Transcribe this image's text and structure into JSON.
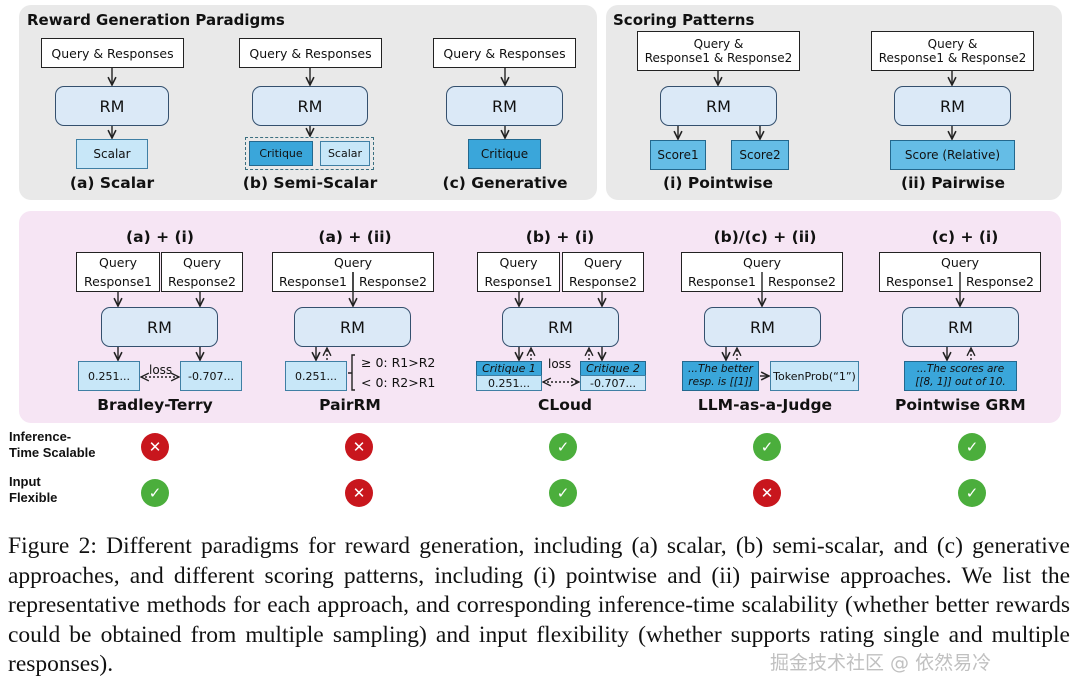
{
  "top_left": {
    "title": "Reward Generation Paradigms",
    "paradigms": [
      {
        "input": "Query & Responses",
        "model": "RM",
        "outputs": [
          "Scalar"
        ],
        "label": "(a) Scalar"
      },
      {
        "input": "Query & Responses",
        "model": "RM",
        "outputs": [
          "Critique",
          "Scalar"
        ],
        "label": "(b) Semi-Scalar"
      },
      {
        "input": "Query & Responses",
        "model": "RM",
        "outputs": [
          "Critique"
        ],
        "label": "(c) Generative"
      }
    ]
  },
  "top_right": {
    "title": "Scoring Patterns",
    "patterns": [
      {
        "input_line1": "Query &",
        "input_line2": "Response1 & Response2",
        "model": "RM",
        "outputs": [
          "Score1",
          "Score2"
        ],
        "label": "(i) Pointwise"
      },
      {
        "input_line1": "Query &",
        "input_line2": "Response1 & Response2",
        "model": "RM",
        "outputs": [
          "Score (Relative)"
        ],
        "label": "(ii) Pairwise"
      }
    ]
  },
  "methods": [
    {
      "combo": "(a) + (i)",
      "name": "Bradley-Terry",
      "query": "Query",
      "response1": "Response1",
      "response2": "Response2",
      "model": "RM",
      "out1": "0.251...",
      "out2": "-0.707...",
      "loss": "loss"
    },
    {
      "combo": "(a) + (ii)",
      "name": "PairRM",
      "query": "Query",
      "response1": "Response1",
      "response2": "Response2",
      "model": "RM",
      "out1": "0.251...",
      "rule1": "≥ 0: R1>R2",
      "rule2": "< 0: R2>R1"
    },
    {
      "combo": "(b) + (i)",
      "name": "CLoud",
      "query": "Query",
      "response1": "Response1",
      "response2": "Response2",
      "model": "RM",
      "critique1": "Critique 1",
      "critique2": "Critique 2",
      "out1": "0.251...",
      "out2": "-0.707...",
      "loss": "loss"
    },
    {
      "combo": "(b)/(c) + (ii)",
      "name": "LLM-as-a-Judge",
      "query": "Query",
      "response1": "Response1",
      "response2": "Response2",
      "model": "RM",
      "judge_line1": "...The better",
      "judge_line2": "resp. is [[1]]",
      "token_prob": "TokenProb(“1”)"
    },
    {
      "combo": "(c) + (i)",
      "name": "Pointwise GRM",
      "query": "Query",
      "response1": "Response1",
      "response2": "Response2",
      "model": "RM",
      "grm_line1": "...The scores are",
      "grm_line2": "[[8, 1]] out of 10."
    }
  ],
  "properties": {
    "inference": {
      "label_line1": "Inference-",
      "label_line2": "Time Scalable",
      "values": [
        false,
        false,
        true,
        true,
        true
      ]
    },
    "input": {
      "label_line1": "Input",
      "label_line2": "Flexible",
      "values": [
        true,
        false,
        true,
        false,
        true
      ]
    },
    "yes_icon": "✓",
    "no_icon": "✕"
  },
  "caption": "Figure 2: Different paradigms for reward generation, including (a) scalar, (b) semi-scalar, and (c) generative approaches, and different scoring patterns, including (i) pointwise and (ii) pairwise approaches. We list the representative methods for each approach, and corresponding inference-time scalability (whether better rewards could be obtained from multiple sampling) and input flexibility (whether supports rating single and multiple responses).",
  "watermark": "掘金技术社区 @ 依然易冷",
  "colors": {
    "panel_grey": "#e9e9e9",
    "panel_pink": "#f6e5f4",
    "rm_fill": "#dbe9f7",
    "light_blue": "#c8e7f8",
    "dark_blue": "#3aa6da",
    "check_green": "#4bae3c",
    "cross_red": "#c8161d"
  }
}
